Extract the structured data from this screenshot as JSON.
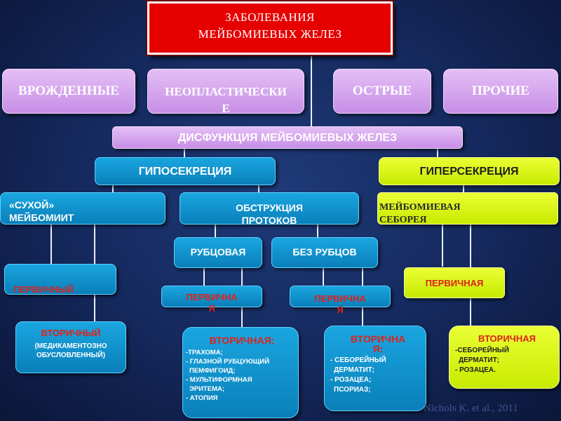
{
  "title": {
    "line1": "ЗАБОЛЕВАНИЯ",
    "line2": "МЕЙБОМИЕВЫХ ЖЕЛЕЗ"
  },
  "categories": {
    "congenital": "ВРОЖДЕННЫЕ",
    "neoplastic_line1": "НЕОПЛАСТИЧЕСКИ",
    "neoplastic_line2": "Е",
    "acute": "ОСТРЫЕ",
    "other": "ПРОЧИЕ"
  },
  "dysfunction": "ДИСФУНКЦИЯ МЕЙБОМИЕВЫХ ЖЕЛЕЗ",
  "hyposecretion": "ГИПОСЕКРЕЦИЯ",
  "hypersecretion": "ГИПЕРСЕКРЕЦИЯ",
  "dry_meibomitis": {
    "line1": "«СУХОЙ»",
    "line2": "МЕЙБОМИИТ"
  },
  "obstruction": {
    "line1": "ОБСТРУКЦИЯ",
    "line2": "ПРОТОКОВ"
  },
  "meibomian_seborrhea": {
    "line1": "МЕЙБОМИЕВАЯ",
    "line2": "СЕБОРЕЯ"
  },
  "scarring": "РУБЦОВАЯ",
  "no_scarring": "БЕЗ РУБЦОВ",
  "primary_dry": "ПЕРВИЧНЫЙ",
  "primary_scar": {
    "line1": "ПЕРВИЧНА",
    "line2": "Я"
  },
  "primary_noscar": {
    "line1": "ПЕРВИЧНА",
    "line2": "Я"
  },
  "primary_hyper": "ПЕРВИЧНАЯ",
  "secondary_dry": {
    "title": "ВТОРИЧНЫЙ",
    "line1": "(МЕДИКАМЕНТОЗНО",
    "line2": "ОБУСЛОВЛЕННЫЙ)"
  },
  "secondary_scar": {
    "title": "ВТОРИЧНАЯ:",
    "items": [
      "-ТРАХОМА;",
      "- ГЛАЗНОЙ РУБЦУЮЩИЙ",
      "ПЕМФИГОИД;",
      "- МУЛЬТИФОРМНАЯ",
      "ЭРИТЕМА;",
      "- АТОПИЯ"
    ]
  },
  "secondary_noscar": {
    "title_line1": "ВТОРИЧНА",
    "title_line2": "Я:",
    "items": [
      "- СЕБОРЕЙНЫЙ",
      "ДЕРМАТИТ;",
      "- РОЗАЦЕА;",
      "ПСОРИАЗ;"
    ]
  },
  "secondary_hyper": {
    "title": "ВТОРИЧНАЯ",
    "items": [
      "-СЕБОРЕЙНЫЙ",
      "ДЕРМАТИТ;",
      "- РОЗАЦЕА."
    ]
  },
  "citation": "Nichols K. et al., 2011",
  "colors": {
    "title_red": "#e60000",
    "lilac": "#d7a6ef",
    "cyan": "#0a90cf",
    "lime": "#d6f500",
    "red_text": "#e0201a",
    "background": "#14285c"
  }
}
